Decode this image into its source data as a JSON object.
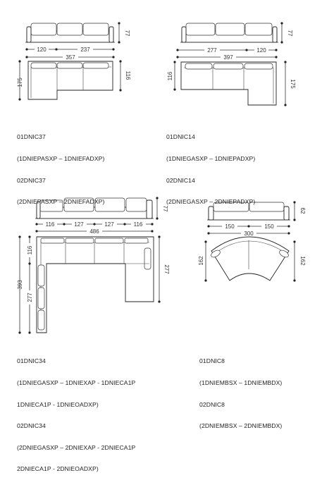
{
  "products": [
    {
      "id": "sofa-37",
      "dims": {
        "width_left": "120",
        "width_right": "237",
        "total": "357",
        "height": "77",
        "depth": "116",
        "chaise_depth": "175"
      },
      "caption": [
        "01DNIC37",
        "(1DNIEPASXP – 1DNIEFADXP)",
        "02DNIC37",
        "(2DNIEPASXP – 2DNIEFADXP)"
      ]
    },
    {
      "id": "sofa-14",
      "dims": {
        "width_left": "277",
        "width_right": "120",
        "total": "397",
        "height": "77",
        "depth": "116",
        "chaise_depth": "175"
      },
      "caption": [
        "01DNIC14",
        "(1DNIEGASXP – 1DNIEPADXP)",
        "02DNIC14",
        "(2DNIEGASXP – 2DNIEPADXP)"
      ]
    },
    {
      "id": "sofa-34",
      "dims": {
        "seg1": "116",
        "seg2": "127",
        "seg3": "127",
        "seg4": "116",
        "total": "486",
        "height": "77",
        "depth": "116",
        "side_total": "393",
        "side_inner": "277",
        "right_depth": "277"
      },
      "caption": [
        "01DNIC34",
        "(1DNIEGASXP – 1DNIEXAP - 1DNIECA1P",
        "1DNIECA1P - 1DNIEOADXP)",
        "02DNIC34",
        "(2DNIEGASXP – 2DNIEXAP - 2DNIECA1P",
        "2DNIECA1P - 2DNIEOADXP)"
      ]
    },
    {
      "id": "sofa-8",
      "dims": {
        "width_left": "150",
        "width_right": "150",
        "total": "300",
        "height": "62",
        "depth_left": "162",
        "depth_right": "162"
      },
      "caption": [
        "01DNIC8",
        "(1DNIEMBSX – 1DNIEMBDX)",
        "02DNIC8",
        "(2DNIEMBSX – 2DNIEMBDX)"
      ]
    }
  ]
}
